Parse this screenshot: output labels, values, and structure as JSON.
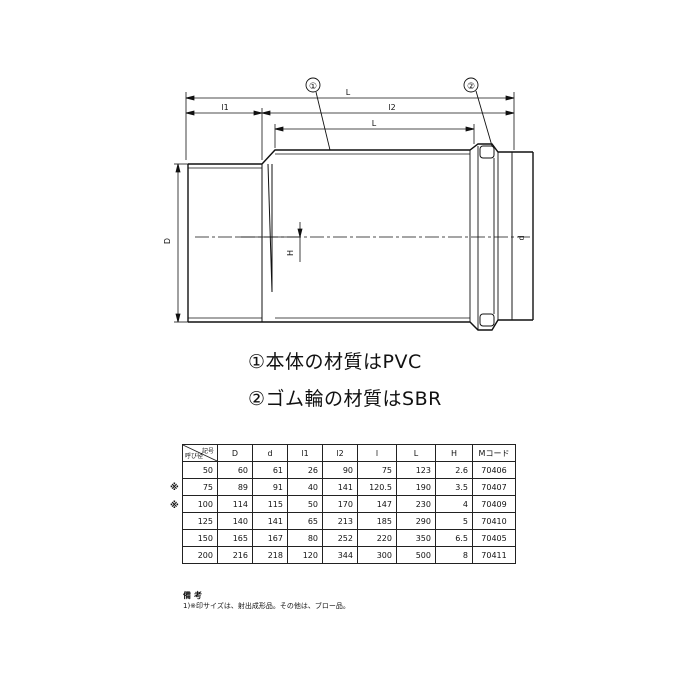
{
  "drawing": {
    "labels": {
      "L_total": "L",
      "l1": "l1",
      "l2": "l2",
      "L_inner": "L",
      "D": "D",
      "d": "d",
      "H": "H",
      "callout_1": "①",
      "callout_2": "②"
    }
  },
  "notes": [
    "①本体の材質はPVC",
    "②ゴム輪の材質はSBR"
  ],
  "table": {
    "corner_top": "記号",
    "corner_bottom": "呼び径",
    "headers": [
      "D",
      "d",
      "l1",
      "l2",
      "l",
      "L",
      "H",
      "Mコード"
    ],
    "rows": [
      {
        "mark": "",
        "size": "50",
        "cells": [
          "60",
          "61",
          "26",
          "90",
          "75",
          "123",
          "2.6",
          "70406"
        ]
      },
      {
        "mark": "※",
        "size": "75",
        "cells": [
          "89",
          "91",
          "40",
          "141",
          "120.5",
          "190",
          "3.5",
          "70407"
        ]
      },
      {
        "mark": "※",
        "size": "100",
        "cells": [
          "114",
          "115",
          "50",
          "170",
          "147",
          "230",
          "4",
          "70409"
        ]
      },
      {
        "mark": "",
        "size": "125",
        "cells": [
          "140",
          "141",
          "65",
          "213",
          "185",
          "290",
          "5",
          "70410"
        ]
      },
      {
        "mark": "",
        "size": "150",
        "cells": [
          "165",
          "167",
          "80",
          "252",
          "220",
          "350",
          "6.5",
          "70405"
        ]
      },
      {
        "mark": "",
        "size": "200",
        "cells": [
          "216",
          "218",
          "120",
          "344",
          "300",
          "500",
          "8",
          "70411"
        ]
      }
    ]
  },
  "remarks": {
    "title": "備考",
    "item": "1)※印サイズは、射出成形品。その他は、ブロー品。"
  }
}
